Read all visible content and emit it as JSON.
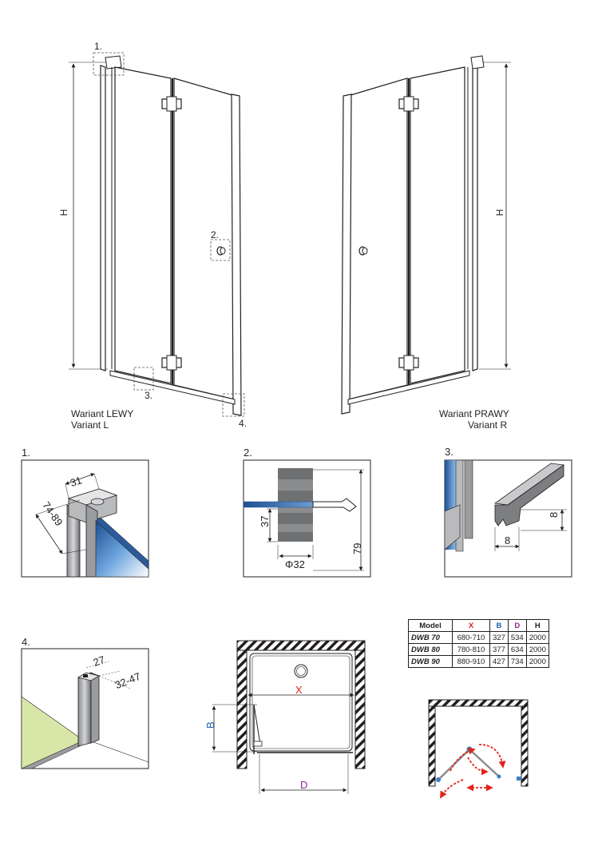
{
  "variants": {
    "left": {
      "line1": "Wariant LEWY",
      "line2": "Variant L"
    },
    "right": {
      "line1": "Wariant PRAWY",
      "line2": "Variant R"
    }
  },
  "height_symbol": "H",
  "callouts": [
    "1.",
    "2.",
    "3.",
    "4."
  ],
  "detail1": {
    "number": "1.",
    "width": "31",
    "depth": "74-89"
  },
  "detail2": {
    "number": "2.",
    "height": "37",
    "diameter": "Φ32",
    "total": "79"
  },
  "detail3": {
    "number": "3.",
    "height": "8",
    "width": "8"
  },
  "detail4": {
    "number": "4.",
    "width": "27",
    "depth": "32-47"
  },
  "plan": {
    "x_label": "X",
    "b_label": "B",
    "d_label": "D"
  },
  "table": {
    "headers": [
      "Model",
      "X",
      "B",
      "D",
      "H"
    ],
    "header_colors": [
      "#231f20",
      "#e2231a",
      "#1f5fa8",
      "#8b2a8f",
      "#231f20"
    ],
    "rows": [
      [
        "DWB 70",
        "680-710",
        "327",
        "534",
        "2000"
      ],
      [
        "DWB 80",
        "780-810",
        "377",
        "634",
        "2000"
      ],
      [
        "DWB 90",
        "880-910",
        "427",
        "734",
        "2000"
      ]
    ]
  },
  "colors": {
    "glass": "#3d7fc4",
    "arrow": "#e2231a",
    "x_dim": "#e2231a",
    "b_dim": "#1f5fa8",
    "d_dim": "#8b2a8f",
    "wall_tint": "#d8e6a8"
  }
}
